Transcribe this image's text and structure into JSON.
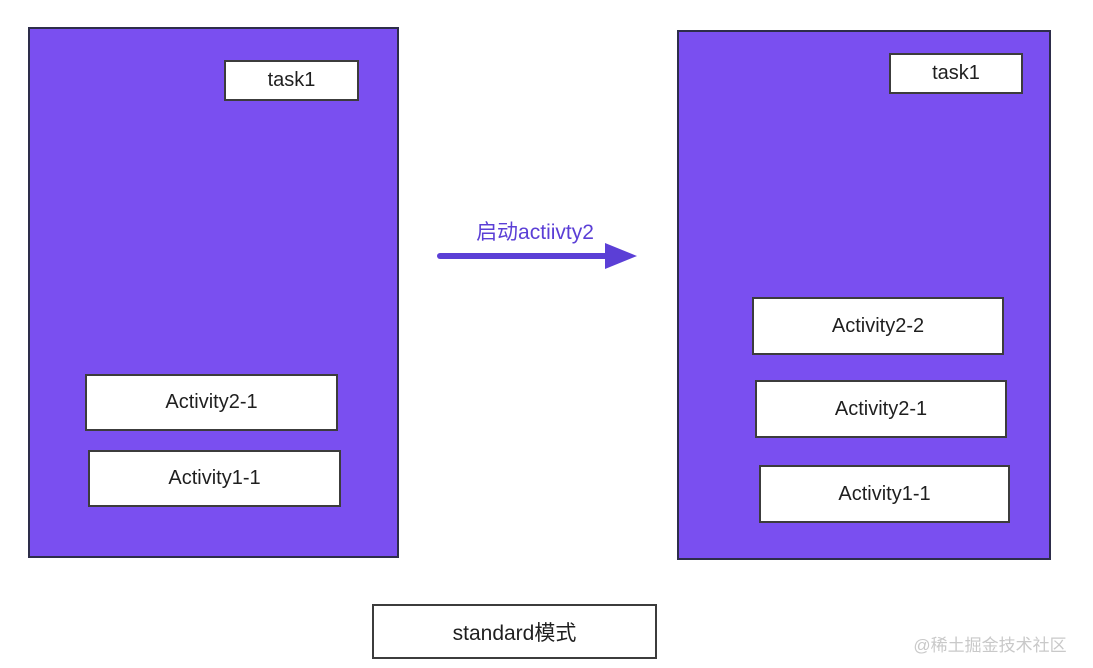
{
  "diagram": {
    "title_caption": "standard模式",
    "arrow": {
      "label": "启动actiivty2"
    },
    "left_task": {
      "label": "task1",
      "activities": [
        "Activity2-1",
        "Activity1-1"
      ]
    },
    "right_task": {
      "label": "task1",
      "activities": [
        "Activity2-2",
        "Activity2-1",
        "Activity1-1"
      ]
    },
    "watermark": "@稀土掘金技术社区",
    "colors": {
      "task_fill": "#7a4ff0",
      "task_border": "#2d2d4a",
      "box_border": "#3c3c3c",
      "arrow": "#5b3fd6",
      "watermark": "#c9c9c9",
      "background": "#ffffff"
    }
  }
}
